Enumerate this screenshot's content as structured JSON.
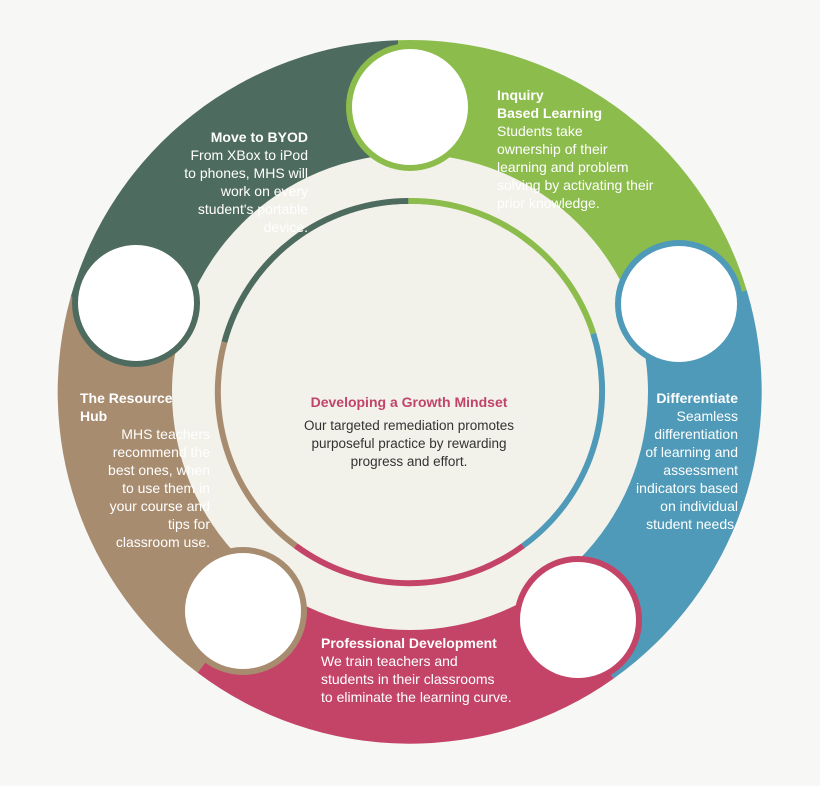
{
  "diagram": {
    "center": {
      "title": "Developing a Growth Mindset",
      "body": "Our targeted remediation promotes\npurposeful practice by rewarding\nprogress and effort."
    },
    "segments": [
      {
        "id": "inquiry",
        "title": "Inquiry\nBased Learning",
        "body": "Students take\nownership of their\nlearning and problem\n     solving by activating their\n          prior knowledge.",
        "color": "#8cbd4c"
      },
      {
        "id": "differentiate",
        "title": "Differentiate",
        "body": "Seamless\ndifferentiation\nof learning and\nassessment\nindicators based\non individual\nstudent needs.",
        "color": "#4f9ab8"
      },
      {
        "id": "professional",
        "title": "Professional Development",
        "body": "We train teachers and\nstudents in their classrooms\nto eliminate the learning curve.",
        "color": "#c44468"
      },
      {
        "id": "resource",
        "title": "The Resource\nHub",
        "body": "MHS teachers\nrecommend the\nbest ones, when\nto use them in\nyour course and\ntips for\nclassroom use.",
        "color": "#a88c70"
      },
      {
        "id": "byod",
        "title": "Move to BYOD",
        "body": "From XBox to iPod\nto phones, MHS will\nwork on every\nstudent's portable\ndevice.",
        "color": "#4e6b5f"
      }
    ],
    "ring_color": "#f2f1ea"
  }
}
